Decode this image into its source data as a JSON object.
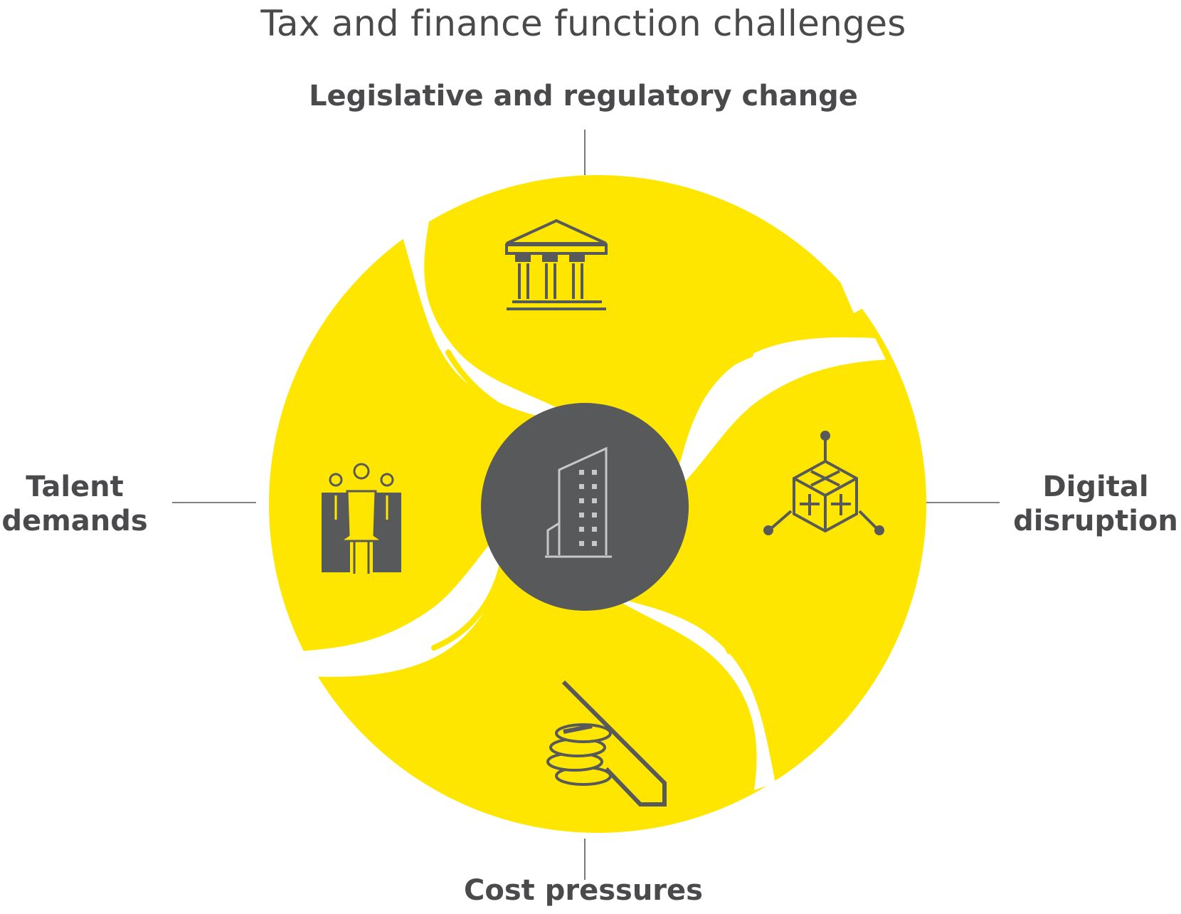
{
  "title": "Tax and finance function challenges",
  "segments": {
    "top": {
      "label": "Legislative and regulatory change",
      "icon": "government-building-icon"
    },
    "right": {
      "label_line1": "Digital",
      "label_line2": "disruption",
      "icon": "network-cube-icon"
    },
    "bottom": {
      "label": "Cost pressures",
      "icon": "coins-decline-icon"
    },
    "left": {
      "label_line1": "Talent",
      "label_line2": "demands",
      "icon": "people-group-icon"
    }
  },
  "center": {
    "icon": "office-building-icon"
  },
  "colors": {
    "yellow": "#ffe600",
    "dark": "#58595b",
    "text": "#4a4a4c",
    "icon_light": "#c8c8c8"
  }
}
